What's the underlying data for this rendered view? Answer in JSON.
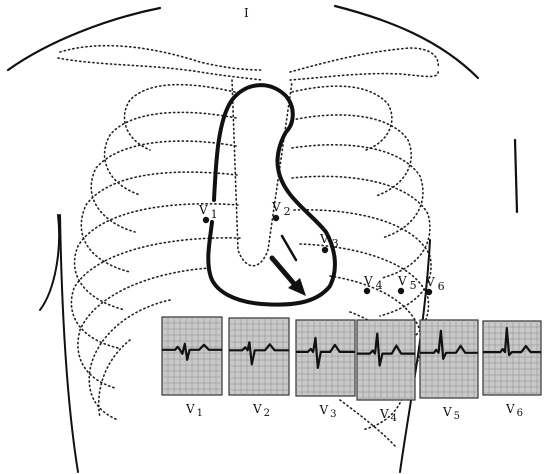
{
  "top_mark": "I",
  "electrodes": [
    {
      "id": "v1",
      "label": "V",
      "sub": "1"
    },
    {
      "id": "v2",
      "label": "V",
      "sub": "2"
    },
    {
      "id": "v3",
      "label": "V",
      "sub": "3"
    },
    {
      "id": "v4",
      "label": "V",
      "sub": "4"
    },
    {
      "id": "v5",
      "label": "V",
      "sub": "5"
    },
    {
      "id": "v6",
      "label": "V",
      "sub": "6"
    }
  ],
  "strips": [
    {
      "id": "v1",
      "label": "V",
      "sub": "1"
    },
    {
      "id": "v2",
      "label": "V",
      "sub": "2"
    },
    {
      "id": "v3",
      "label": "V",
      "sub": "3"
    },
    {
      "id": "v4",
      "label": "V",
      "sub": "4"
    },
    {
      "id": "v5",
      "label": "V",
      "sub": "5"
    },
    {
      "id": "v6",
      "label": "V",
      "sub": "6"
    }
  ],
  "colors": {
    "ink": "#111111",
    "grid": "#c9c9c9",
    "background": "#ffffff"
  },
  "icons": {
    "axis_arrow": "arrow-icon"
  }
}
